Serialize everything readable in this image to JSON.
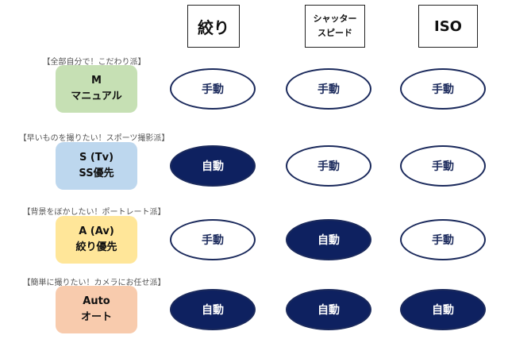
{
  "headers": [
    "絞り",
    "シャッター\nスピード",
    "ISO"
  ],
  "headers_split": {
    "shutter_1": "シャッター",
    "shutter_2": "スピード"
  },
  "rows": [
    {
      "label": "【全部自分で！こだわり派】",
      "mode_line1": "M",
      "mode_line2": "マニュアル",
      "color": "#c6e0b4",
      "cells": [
        "手動",
        "手動",
        "手動"
      ]
    },
    {
      "label": "【早いものを撮りたい！スポーツ撮影派】",
      "mode_line1": "S (Tv)",
      "mode_line2": "SS優先",
      "color": "#bdd7ee",
      "cells": [
        "自動",
        "手動",
        "手動"
      ]
    },
    {
      "label": "【背景をぼかしたい！ポートレート派】",
      "mode_line1": "A (Av)",
      "mode_line2": "絞り優先",
      "color": "#ffe699",
      "cells": [
        "手動",
        "自動",
        "手動"
      ]
    },
    {
      "label": "【簡単に撮りたい！カメラにお任せ派】",
      "mode_line1": "Auto",
      "mode_line2": "オート",
      "color": "#f8cbad",
      "cells": [
        "自動",
        "自動",
        "自動"
      ]
    }
  ]
}
